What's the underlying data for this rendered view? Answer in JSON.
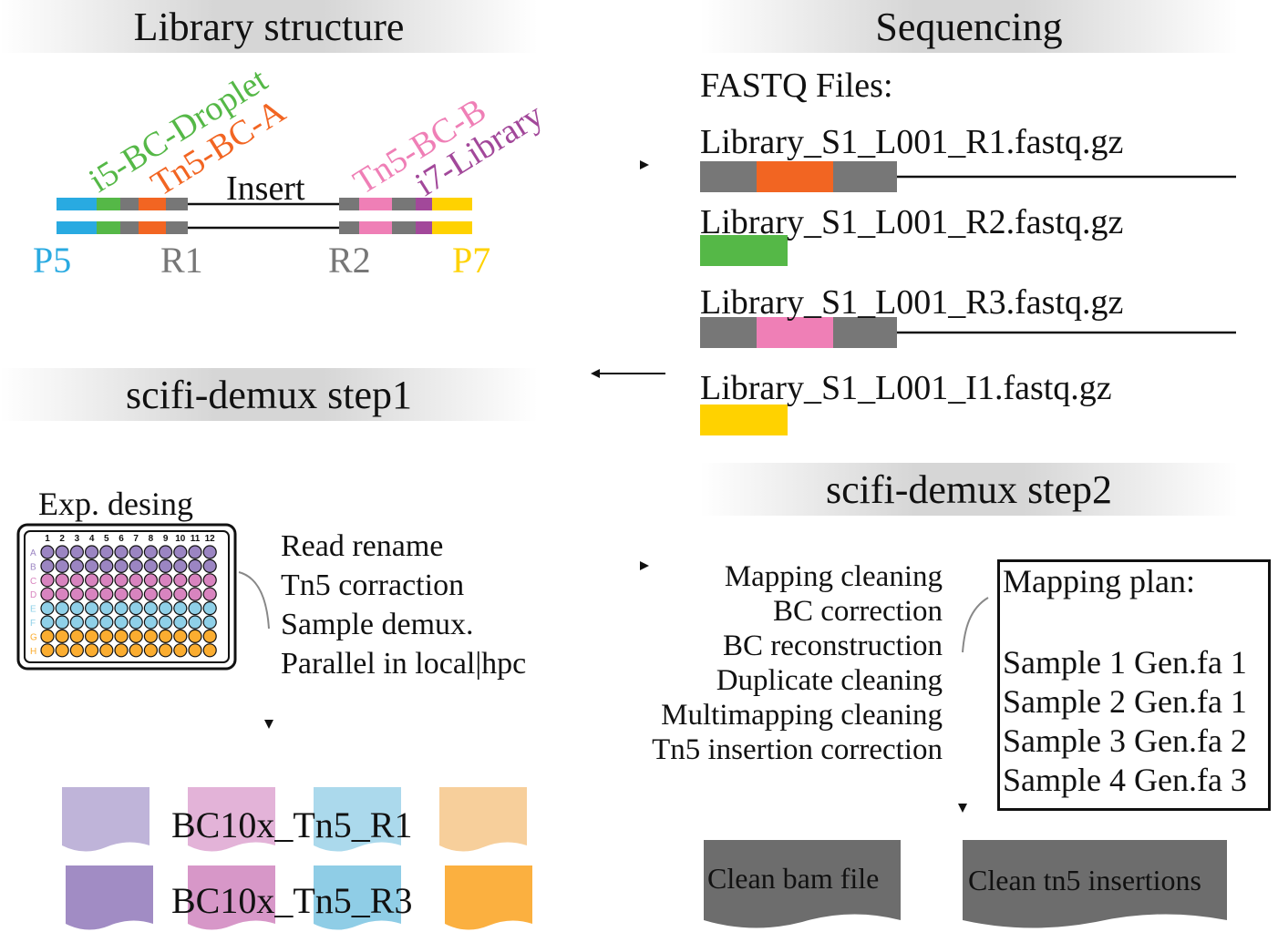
{
  "headers": {
    "library": "Library structure",
    "sequencing": "Sequencing",
    "step1": "scifi-demux step1",
    "step2": "scifi-demux step2"
  },
  "library": {
    "labels": {
      "i5": "i5-BC-Droplet",
      "tn5a": "Tn5-BC-A",
      "tn5b": "Tn5-BC-B",
      "i7": "i7-Library",
      "insert": "Insert",
      "p5": "P5",
      "r1": "R1",
      "r2": "R2",
      "p7": "P7"
    }
  },
  "sequencing": {
    "title": "FASTQ Files:",
    "files": [
      "Library_S1_L001_R1.fastq.gz",
      "Library_S1_L001_R2.fastq.gz",
      "Library_S1_L001_R3.fastq.gz",
      "Library_S1_L001_I1.fastq.gz"
    ]
  },
  "step1": {
    "plate_title": "Exp. desing",
    "plate_cols": [
      "1",
      "2",
      "3",
      "4",
      "5",
      "6",
      "7",
      "8",
      "9",
      "10",
      "11",
      "12"
    ],
    "plate_rows": [
      "A",
      "B",
      "C",
      "D",
      "E",
      "F",
      "G",
      "H"
    ],
    "steps": [
      "Read rename",
      "Tn5 corraction",
      "Sample demux.",
      "Parallel in local|hpc"
    ],
    "outputs": [
      "BC10x_Tn5_R1",
      "BC10x_Tn5_R3"
    ]
  },
  "step2": {
    "steps": [
      "Mapping cleaning",
      "BC correction",
      "BC reconstruction",
      "Duplicate cleaning",
      "Multimapping cleaning",
      "Tn5 insertion correction"
    ],
    "plan_title": "Mapping plan:",
    "plan": [
      "Sample 1 Gen.fa 1",
      "Sample 2 Gen.fa 1",
      "Sample 3 Gen.fa 2",
      "Sample 4 Gen.fa 3"
    ],
    "outputs": [
      "Clean bam file",
      "Clean tn5 insertions"
    ]
  },
  "colors": {
    "cyan": "#29aae1",
    "green": "#55b847",
    "orange": "#f26522",
    "gray": "#777777",
    "pink": "#ef7fb6",
    "purple": "#a2489a",
    "yellow": "#ffd200",
    "lavender": "#9b85c2",
    "plate_pink": "#d884bf",
    "light_blue": "#8fd0e8",
    "plate_orange": "#fbad30"
  }
}
